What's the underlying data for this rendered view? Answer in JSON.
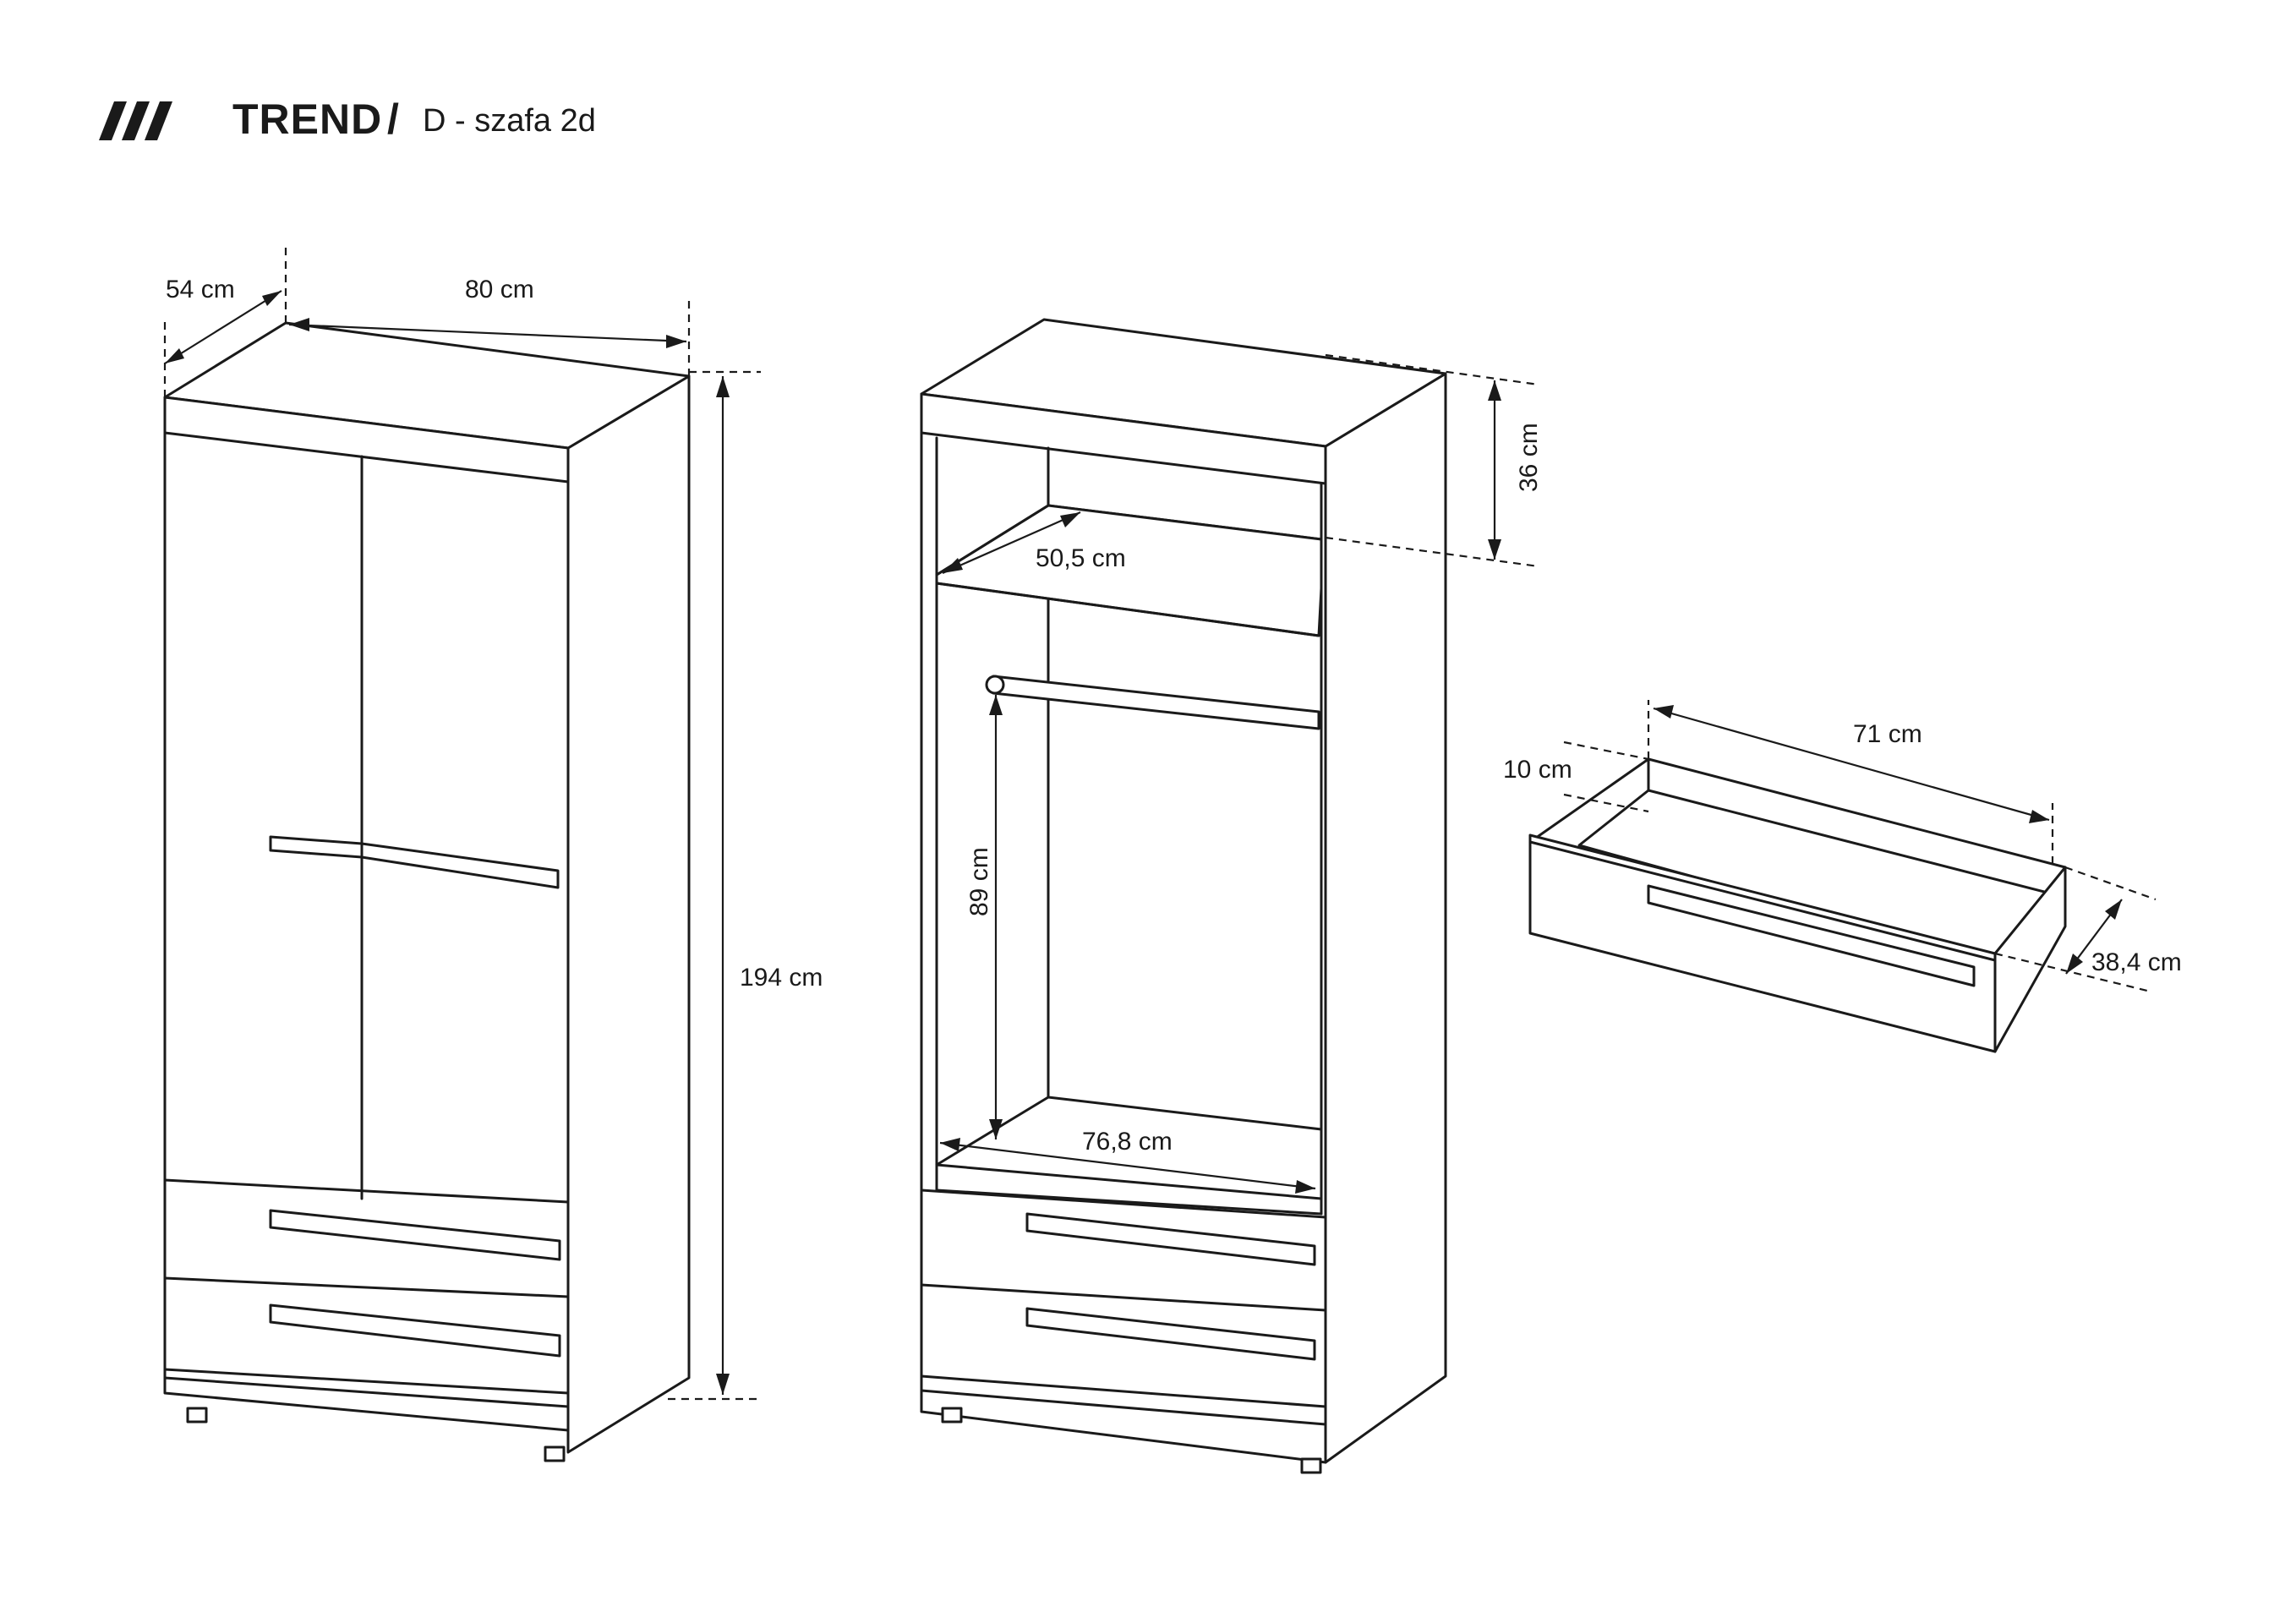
{
  "header": {
    "brand": "TREND",
    "separator": "/",
    "product": "D - szafa 2d"
  },
  "dimensions": {
    "depth": "54 cm",
    "width": "80 cm",
    "height": "194 cm",
    "top_compartment_height": "36 cm",
    "shelf_depth": "50,5 cm",
    "hanging_height": "89 cm",
    "inner_width": "76,8 cm",
    "drawer_width": "71 cm",
    "drawer_height": "10 cm",
    "drawer_depth": "38,4 cm"
  },
  "icons": [
    "brand-slash-icon"
  ]
}
